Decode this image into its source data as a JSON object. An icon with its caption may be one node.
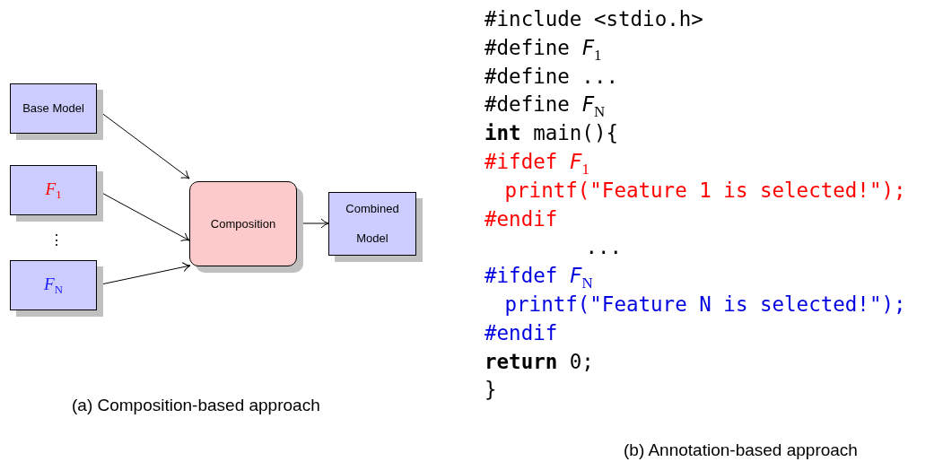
{
  "diagram": {
    "nodes": [
      {
        "text": [
          "Base Model"
        ]
      },
      {
        "text": [
          "*F*$_{1}$"
        ]
      },
      {
        "text": [
          "*F*$_{N}$"
        ]
      },
      {
        "text": [
          "Composition"
        ]
      },
      {
        "text": [
          "Combined Model"
        ]
      }
    ],
    "edges": [
      {
        "from": 0,
        "to": 3,
        "arrow": "to"
      },
      {
        "from": 1,
        "to": 3,
        "arrow": "to"
      },
      {
        "from": 2,
        "to": 3,
        "arrow": "to"
      },
      {
        "from": 3,
        "to": 4,
        "arrow": "to"
      }
    ],
    "labels": [
      "⋮",
      "#include <stdio.h>",
      "#define *F*$_{1}$",
      "#define ...",
      "#define *F*$_{N}$",
      "**int** main(){",
      "#ifdef *F*$_{1}$",
      "printf(\"Feature 1 is selected!\");",
      "#endif",
      "...",
      "#ifdef *F*$_{N}$",
      "printf(\"Feature N is selected!\");",
      "#endif",
      "**return** 0;",
      "}",
      "(a) Composition-based approach",
      "(b) Annotation-based approach"
    ]
  }
}
